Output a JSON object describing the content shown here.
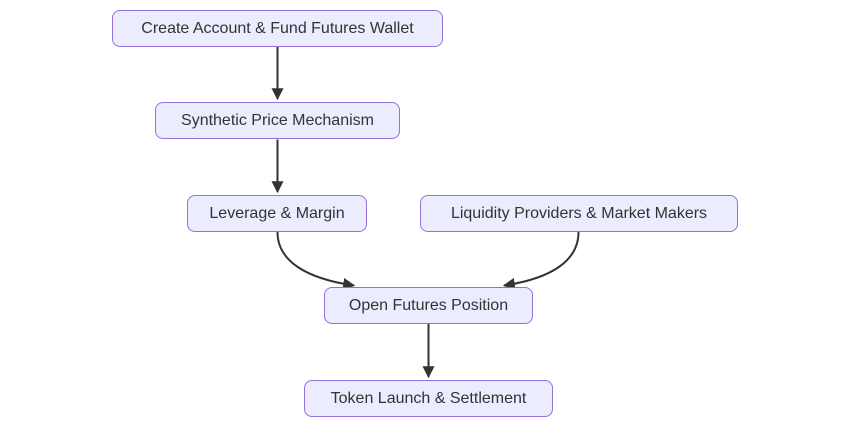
{
  "diagram": {
    "type": "flowchart",
    "direction": "top-down",
    "nodes": [
      {
        "id": "create-account",
        "label": "Create Account & Fund Futures Wallet"
      },
      {
        "id": "synthetic-price",
        "label": "Synthetic Price Mechanism"
      },
      {
        "id": "leverage-margin",
        "label": "Leverage & Margin"
      },
      {
        "id": "liquidity-providers",
        "label": "Liquidity Providers & Market Makers"
      },
      {
        "id": "open-futures",
        "label": "Open Futures Position"
      },
      {
        "id": "token-launch",
        "label": "Token Launch & Settlement"
      }
    ],
    "edges": [
      {
        "from": "create-account",
        "to": "synthetic-price"
      },
      {
        "from": "synthetic-price",
        "to": "leverage-margin"
      },
      {
        "from": "leverage-margin",
        "to": "open-futures"
      },
      {
        "from": "liquidity-providers",
        "to": "open-futures"
      },
      {
        "from": "open-futures",
        "to": "token-launch"
      }
    ],
    "colors": {
      "node_fill": "#ECECFF",
      "node_border": "#9370DB",
      "edge": "#333333",
      "text": "#333333",
      "background": "#FFFFFF"
    }
  }
}
